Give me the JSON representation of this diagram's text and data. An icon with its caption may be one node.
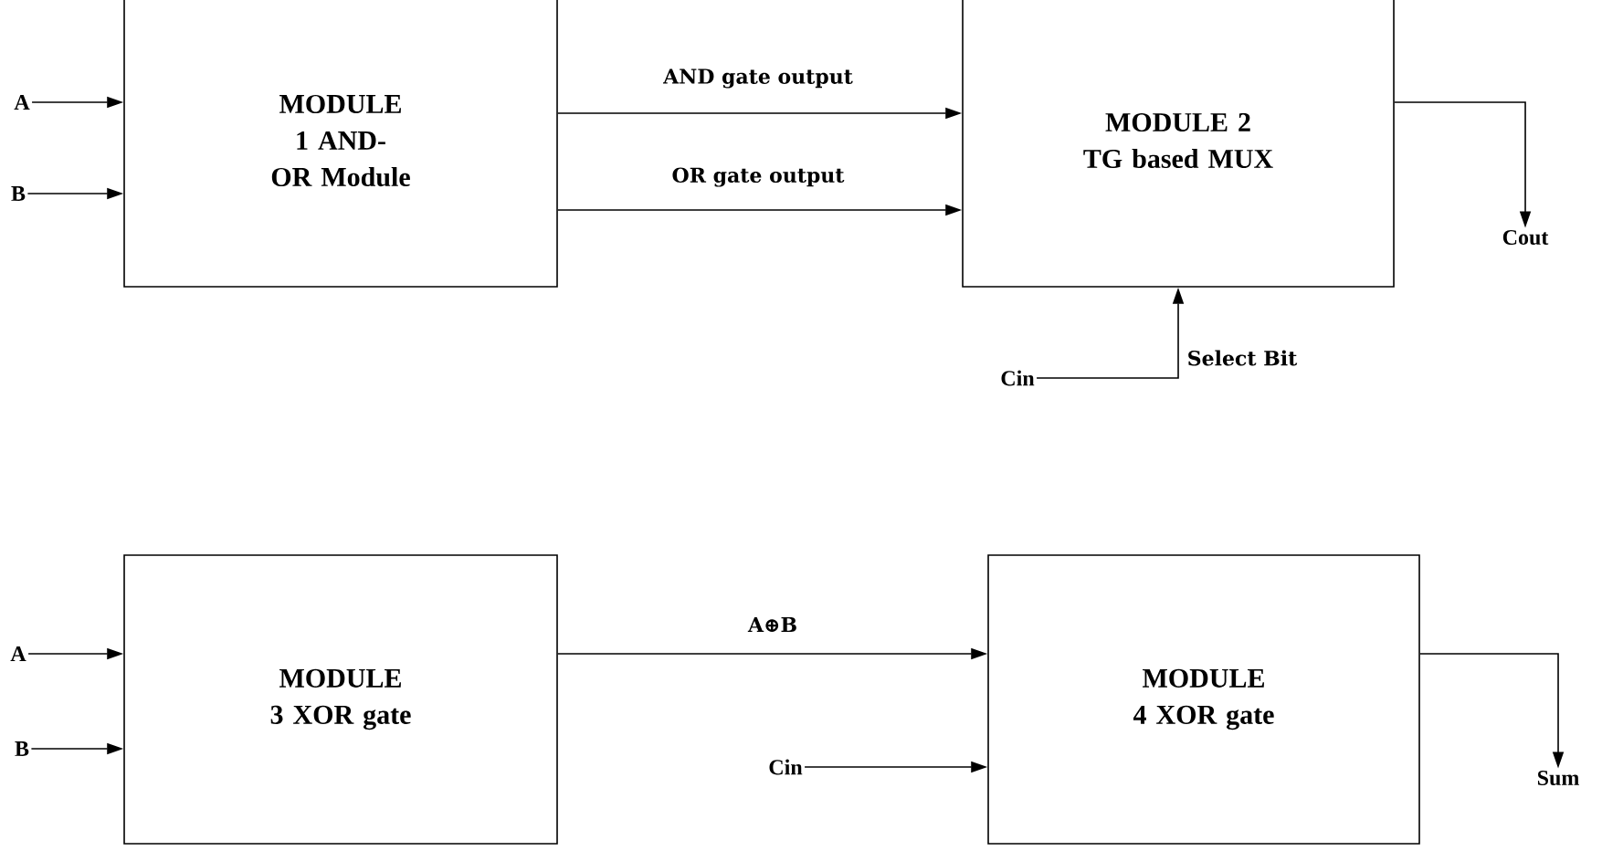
{
  "diagram": {
    "nodes": [
      {
        "text": [
          "MODULE 1 AND-OR Module"
        ]
      },
      {
        "text": [
          "MODULE 2 TG based MUX"
        ]
      },
      {
        "text": [
          "MODULE 3 XOR gate"
        ]
      },
      {
        "text": [
          "MODULE 4 XOR gate"
        ]
      },
      {
        "text": [
          "A"
        ]
      },
      {
        "text": [
          "B"
        ]
      },
      {
        "text": [
          "Cin"
        ]
      },
      {
        "text": [
          "Cout"
        ]
      },
      {
        "text": [
          "A"
        ]
      },
      {
        "text": [
          "B"
        ]
      },
      {
        "text": [
          "Cin"
        ]
      },
      {
        "text": [
          "Sum"
        ]
      }
    ],
    "edges": [
      {
        "from": 4,
        "to": 0,
        "arrow": "to"
      },
      {
        "from": 5,
        "to": 0,
        "arrow": "to"
      },
      {
        "from": 0,
        "to": 1,
        "arrow": "to",
        "label": "AND gate output"
      },
      {
        "from": 0,
        "to": 1,
        "arrow": "to",
        "label": "OR gate output"
      },
      {
        "from": 6,
        "to": 1,
        "arrow": "to",
        "label": "Select Bit"
      },
      {
        "from": 1,
        "to": 7,
        "arrow": "to"
      },
      {
        "from": 8,
        "to": 2,
        "arrow": "to"
      },
      {
        "from": 9,
        "to": 2,
        "arrow": "to"
      },
      {
        "from": 2,
        "to": 3,
        "arrow": "to",
        "label": "A⊕B"
      },
      {
        "from": 10,
        "to": 3,
        "arrow": "to"
      },
      {
        "from": 3,
        "to": 11,
        "arrow": "to"
      }
    ]
  }
}
